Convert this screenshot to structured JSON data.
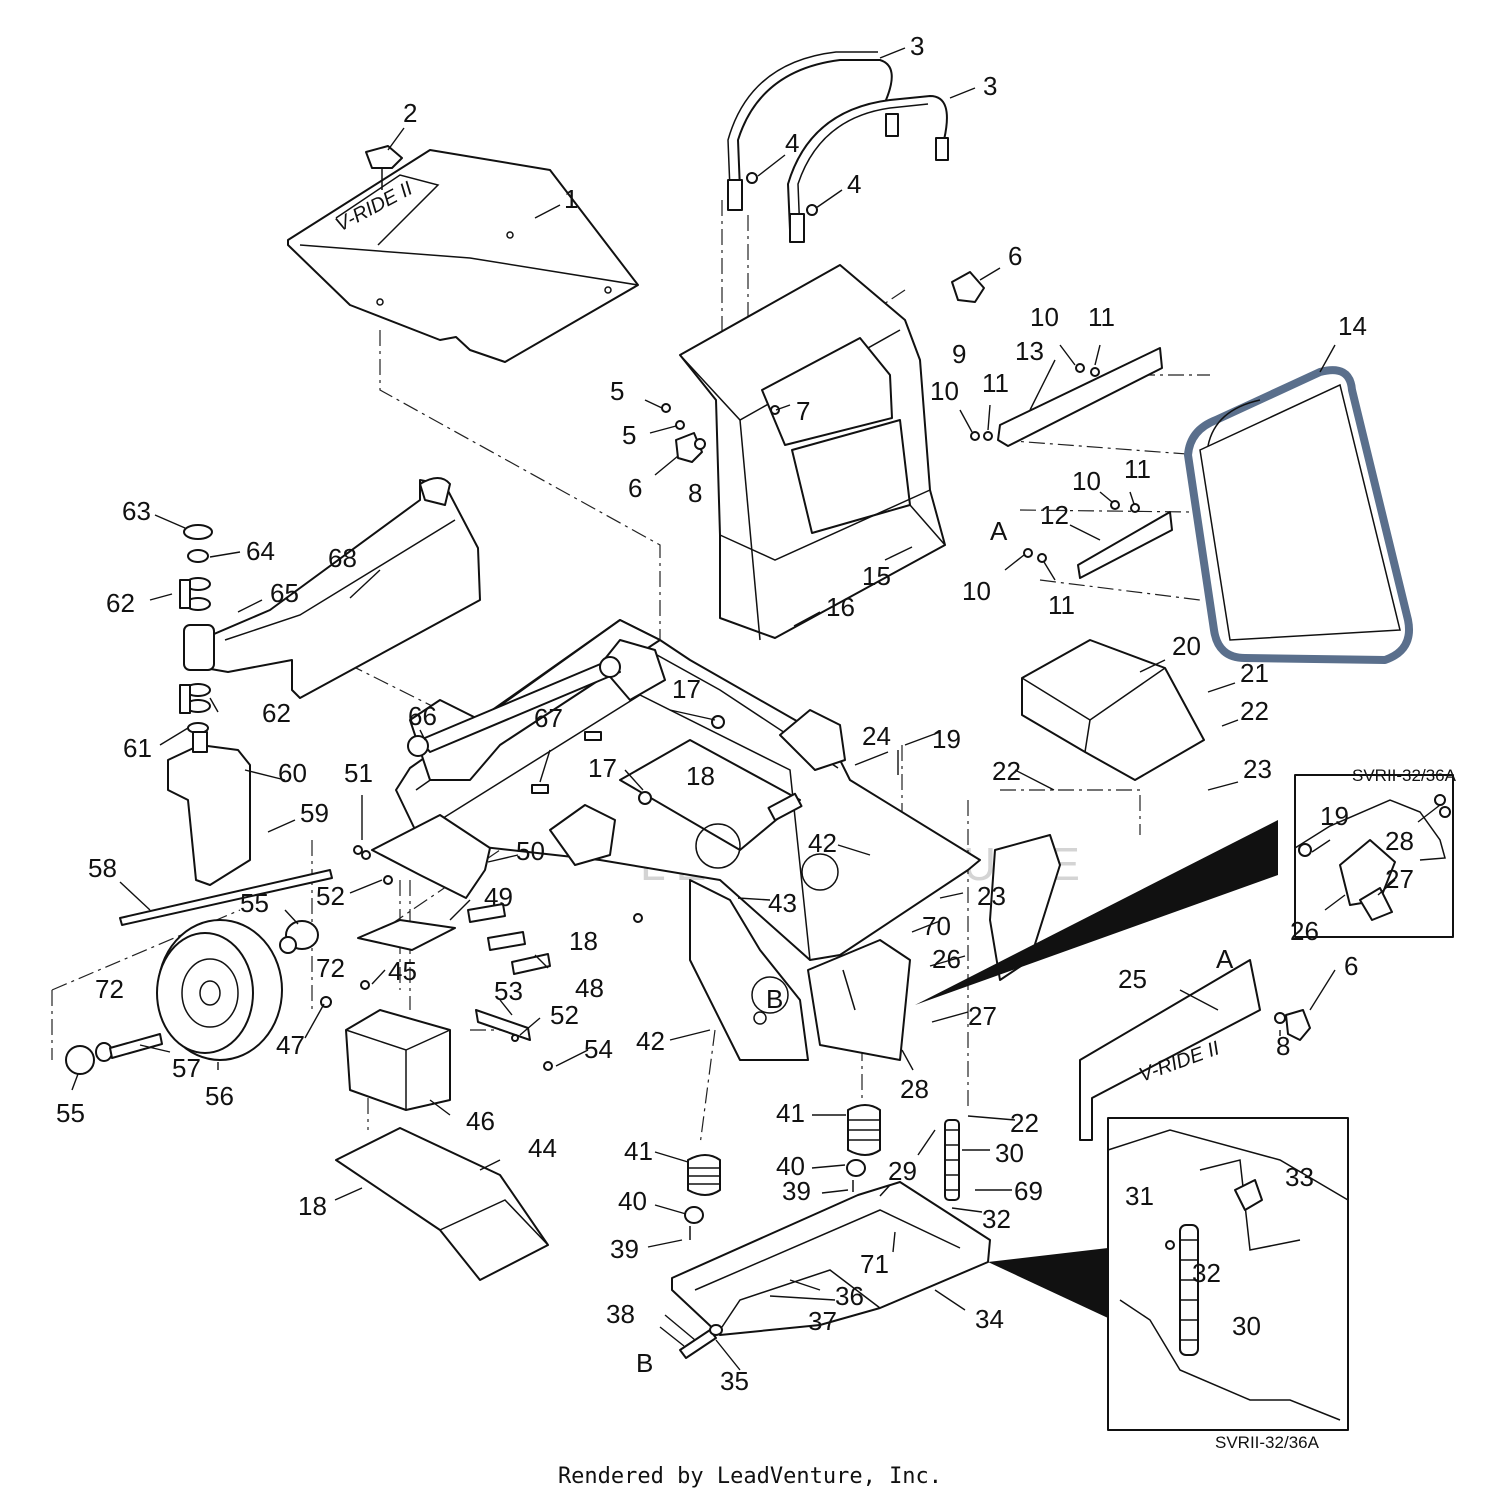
{
  "diagram": {
    "callouts": [
      {
        "id": "c1",
        "label": "1"
      },
      {
        "id": "c2",
        "label": "2"
      },
      {
        "id": "c3a",
        "label": "3"
      },
      {
        "id": "c3b",
        "label": "3"
      },
      {
        "id": "c4a",
        "label": "4"
      },
      {
        "id": "c4b",
        "label": "4"
      },
      {
        "id": "c5a",
        "label": "5"
      },
      {
        "id": "c5b",
        "label": "5"
      },
      {
        "id": "c6a",
        "label": "6"
      },
      {
        "id": "c6b",
        "label": "6"
      },
      {
        "id": "c6c",
        "label": "6"
      },
      {
        "id": "c7",
        "label": "7"
      },
      {
        "id": "c8a",
        "label": "8"
      },
      {
        "id": "c8b",
        "label": "8"
      },
      {
        "id": "c9",
        "label": "9"
      },
      {
        "id": "c10a",
        "label": "10"
      },
      {
        "id": "c10b",
        "label": "10"
      },
      {
        "id": "c10c",
        "label": "10"
      },
      {
        "id": "c10d",
        "label": "10"
      },
      {
        "id": "c11a",
        "label": "11"
      },
      {
        "id": "c11b",
        "label": "11"
      },
      {
        "id": "c11c",
        "label": "11"
      },
      {
        "id": "c11d",
        "label": "11"
      },
      {
        "id": "c12",
        "label": "12"
      },
      {
        "id": "c13",
        "label": "13"
      },
      {
        "id": "c14",
        "label": "14"
      },
      {
        "id": "c15",
        "label": "15"
      },
      {
        "id": "c16",
        "label": "16"
      },
      {
        "id": "c17a",
        "label": "17"
      },
      {
        "id": "c17b",
        "label": "17"
      },
      {
        "id": "c18a",
        "label": "18"
      },
      {
        "id": "c18b",
        "label": "18"
      },
      {
        "id": "c18c",
        "label": "18"
      },
      {
        "id": "c19a",
        "label": "19"
      },
      {
        "id": "c19b",
        "label": "19"
      },
      {
        "id": "c20",
        "label": "20"
      },
      {
        "id": "c21",
        "label": "21"
      },
      {
        "id": "c22a",
        "label": "22"
      },
      {
        "id": "c22b",
        "label": "22"
      },
      {
        "id": "c22c",
        "label": "22"
      },
      {
        "id": "c23a",
        "label": "23"
      },
      {
        "id": "c23b",
        "label": "23"
      },
      {
        "id": "c24",
        "label": "24"
      },
      {
        "id": "c25",
        "label": "25"
      },
      {
        "id": "c26a",
        "label": "26"
      },
      {
        "id": "c26b",
        "label": "26"
      },
      {
        "id": "c27a",
        "label": "27"
      },
      {
        "id": "c27b",
        "label": "27"
      },
      {
        "id": "c28a",
        "label": "28"
      },
      {
        "id": "c28b",
        "label": "28"
      },
      {
        "id": "c29",
        "label": "29"
      },
      {
        "id": "c30a",
        "label": "30"
      },
      {
        "id": "c30b",
        "label": "30"
      },
      {
        "id": "c31",
        "label": "31"
      },
      {
        "id": "c32a",
        "label": "32"
      },
      {
        "id": "c32b",
        "label": "32"
      },
      {
        "id": "c33",
        "label": "33"
      },
      {
        "id": "c34",
        "label": "34"
      },
      {
        "id": "c35",
        "label": "35"
      },
      {
        "id": "c36",
        "label": "36"
      },
      {
        "id": "c37",
        "label": "37"
      },
      {
        "id": "c38",
        "label": "38"
      },
      {
        "id": "c39a",
        "label": "39"
      },
      {
        "id": "c39b",
        "label": "39"
      },
      {
        "id": "c40a",
        "label": "40"
      },
      {
        "id": "c40b",
        "label": "40"
      },
      {
        "id": "c41a",
        "label": "41"
      },
      {
        "id": "c41b",
        "label": "41"
      },
      {
        "id": "c42a",
        "label": "42"
      },
      {
        "id": "c42b",
        "label": "42"
      },
      {
        "id": "c43",
        "label": "43"
      },
      {
        "id": "c44",
        "label": "44"
      },
      {
        "id": "c45",
        "label": "45"
      },
      {
        "id": "c46",
        "label": "46"
      },
      {
        "id": "c47",
        "label": "47"
      },
      {
        "id": "c48",
        "label": "48"
      },
      {
        "id": "c49",
        "label": "49"
      },
      {
        "id": "c50",
        "label": "50"
      },
      {
        "id": "c51",
        "label": "51"
      },
      {
        "id": "c52a",
        "label": "52"
      },
      {
        "id": "c52b",
        "label": "52"
      },
      {
        "id": "c53",
        "label": "53"
      },
      {
        "id": "c54",
        "label": "54"
      },
      {
        "id": "c55a",
        "label": "55"
      },
      {
        "id": "c55b",
        "label": "55"
      },
      {
        "id": "c56",
        "label": "56"
      },
      {
        "id": "c57",
        "label": "57"
      },
      {
        "id": "c58",
        "label": "58"
      },
      {
        "id": "c59",
        "label": "59"
      },
      {
        "id": "c60",
        "label": "60"
      },
      {
        "id": "c61",
        "label": "61"
      },
      {
        "id": "c62a",
        "label": "62"
      },
      {
        "id": "c62b",
        "label": "62"
      },
      {
        "id": "c63",
        "label": "63"
      },
      {
        "id": "c64",
        "label": "64"
      },
      {
        "id": "c65",
        "label": "65"
      },
      {
        "id": "c66",
        "label": "66"
      },
      {
        "id": "c67",
        "label": "67"
      },
      {
        "id": "c68",
        "label": "68"
      },
      {
        "id": "c69",
        "label": "69"
      },
      {
        "id": "c70",
        "label": "70"
      },
      {
        "id": "c71",
        "label": "71"
      },
      {
        "id": "c72a",
        "label": "72"
      },
      {
        "id": "c72b",
        "label": "72"
      }
    ],
    "reference_letters": {
      "a_top": "A",
      "a_shield": "A",
      "b_frame": "B",
      "b_pin": "B"
    },
    "inset_labels": {
      "top": "SVRII-32/36A",
      "bottom": "SVRII-32/36A"
    },
    "decals": {
      "shield_logo": "V-RIDE II"
    },
    "watermark": "LEADVENTURE"
  },
  "footer": {
    "credit": "Rendered by LeadVenture, Inc."
  },
  "colors": {
    "ink": "#111111",
    "background": "#ffffff",
    "seat_edge": "#5a6f8c"
  }
}
